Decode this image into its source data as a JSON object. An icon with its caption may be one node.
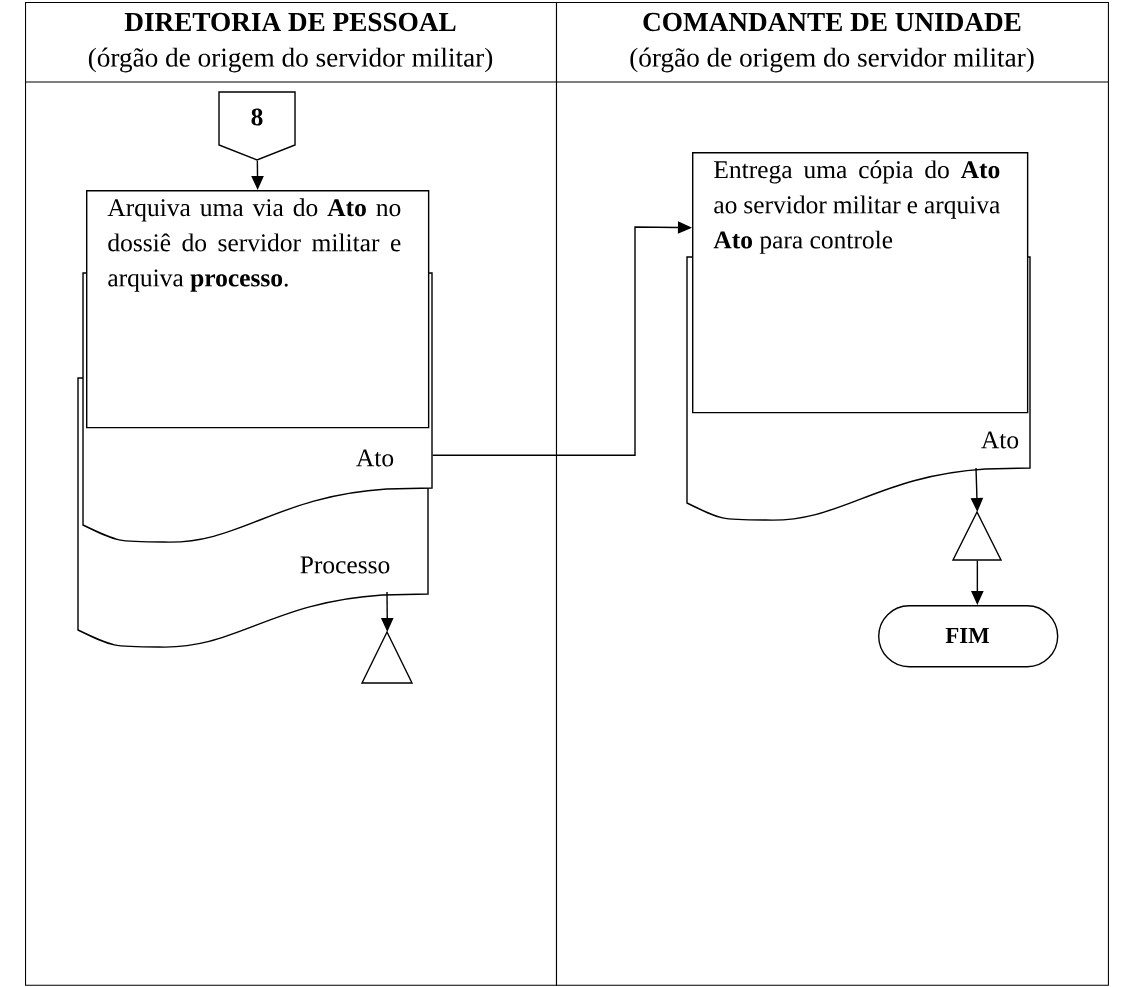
{
  "diagram": {
    "nodes": [
      {
        "text": [
          "DIRETORIA DE PESSOAL",
          "(órgão de origem do servidor militar)"
        ]
      },
      {
        "text": [
          "COMANDANTE DE UNIDADE",
          "(órgão de origem do servidor militar)"
        ]
      },
      {
        "text": [
          "8"
        ],
        "in": 0
      },
      {
        "text": [
          "Arquiva uma via do **Ato** no dossiê do servidor militar e arquiva **processo**."
        ],
        "in": 0
      },
      {
        "text": [
          "Ato"
        ],
        "in": 0
      },
      {
        "text": [
          "Processo"
        ],
        "in": 0
      },
      {
        "text": [],
        "shape": "triangle",
        "in": 0
      },
      {
        "text": [
          "Entrega uma cópia do **Ato** ao servidor militar e arquiva **Ato** para controle"
        ],
        "in": 1
      },
      {
        "text": [
          "Ato"
        ],
        "in": 1
      },
      {
        "text": [],
        "shape": "triangle",
        "in": 1
      },
      {
        "text": [
          "FIM"
        ],
        "in": 1
      }
    ],
    "edges": [
      {
        "from": 2,
        "to": 3,
        "arrow": "to"
      },
      {
        "from": 4,
        "to": 7,
        "arrow": "to"
      },
      {
        "from": 5,
        "to": 6,
        "arrow": "to"
      },
      {
        "from": 8,
        "to": 9,
        "arrow": "to"
      },
      {
        "from": 9,
        "to": 10,
        "arrow": "to"
      }
    ]
  }
}
